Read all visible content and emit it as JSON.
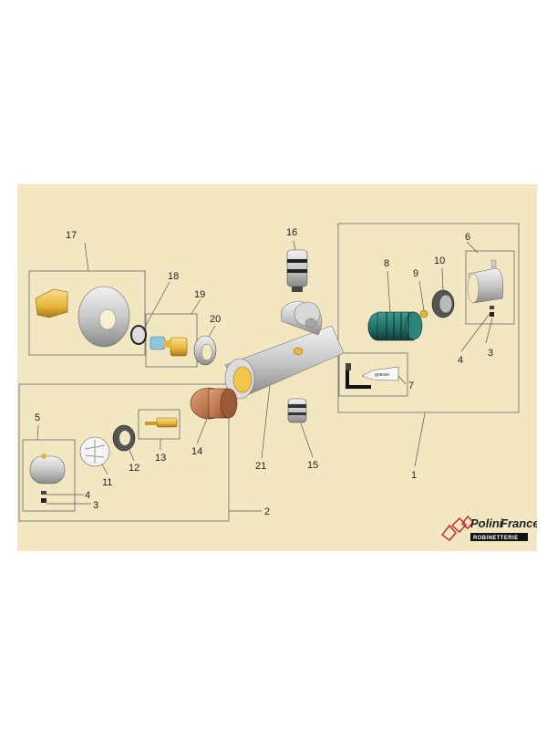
{
  "diagram": {
    "labels": {
      "n1": "1",
      "n2": "2",
      "n3a": "3",
      "n3b": "3",
      "n4a": "4",
      "n4b": "4",
      "n5": "5",
      "n6": "6",
      "n7": "7",
      "n8": "8",
      "n9": "9",
      "n10": "10",
      "n11": "11",
      "n12": "12",
      "n13": "13",
      "n14": "14",
      "n15": "15",
      "n16": "16",
      "n17": "17",
      "n18": "18",
      "n19": "19",
      "n20": "20",
      "n21": "21"
    },
    "tool_text": "graisse"
  },
  "brand": {
    "name_part1": "Polini",
    "name_part2": "France",
    "tagline": "ROBINETTERIE"
  },
  "colors": {
    "background": "#f3e7c2",
    "chrome": "#cfcfcf",
    "brass": "#e6b53b",
    "copper": "#b8704a",
    "cartridge_green": "#1f6b63",
    "blue_part": "#8cc7df",
    "logo_red": "#c8202a"
  }
}
